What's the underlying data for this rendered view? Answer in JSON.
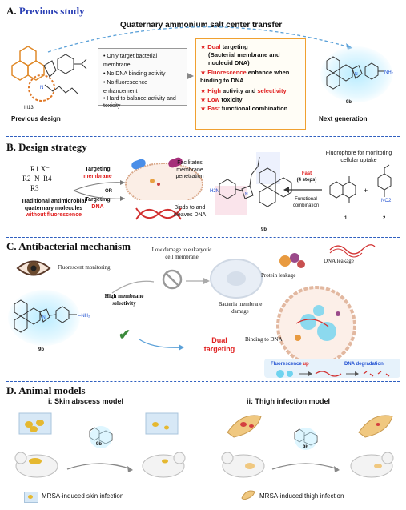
{
  "sectionA": {
    "letter": "A.",
    "title": "Previous study",
    "header": "Quaternary ammonium salt center transfer",
    "previous_design_label": "Previous design",
    "compound_old": "III13",
    "limitations": [
      "Only target bacterial membrane",
      "No DNA binding activity",
      "No fluorescence enhancement",
      "Hard to balance activity and toxicity"
    ],
    "advantages": [
      {
        "red": "Dual",
        "rest": " targeting"
      },
      {
        "red": "",
        "rest": "(Bacterial membrane and nucleoid DNA)"
      },
      {
        "red": "Fluorescence",
        "rest": " enhance when binding to DNA"
      },
      {
        "red": "High",
        "rest": " activity and ",
        "red2": "selectivity"
      },
      {
        "red": "Low",
        "rest": " toxicity"
      },
      {
        "red": "Fast",
        "rest": " functional combination"
      }
    ],
    "compound_new": "9b",
    "next_label": "Next generation",
    "nh2": "NH2"
  },
  "sectionB": {
    "letter": "B.",
    "title": "Design strategy",
    "quat_lines": [
      "R1  X⁻",
      "R2–N–R4",
      "R3"
    ],
    "targeting_membrane_1": "Targeting",
    "targeting_membrane_2": "membrane",
    "or": "OR",
    "targeting_dna_1": "Targeting",
    "targeting_dna_2": "DNA",
    "traditional": "Traditional antimicrobial quaternary molecules",
    "without_fluor": "without fluorescence",
    "facilitates": "Facilitates membrane penetration",
    "binds": "Binds to and cleaves DNA",
    "compound": "9b",
    "fluorophore": "Fluorophore for monitoring cellular uptake",
    "fast": "Fast",
    "steps": "(4 steps)",
    "functional": "Functional combination",
    "cmp1": "1",
    "cmp2": "2",
    "nh2": "H2N",
    "no2": "NO2"
  },
  "sectionC": {
    "letter": "C.",
    "title": "Antibacterial mechanism",
    "fluor_monitoring": "Fluorescent monitoring",
    "low_damage": "Low damage to eukaryotic cell membrane",
    "high_selectivity": "High membrane selectivity",
    "compound": "9b",
    "bacteria_damage": "Bacteria membrane damage",
    "protein_leakage": "Protein leakage",
    "dna_leakage": "DNA leakage",
    "dual": "Dual",
    "targeting": "targeting",
    "binding_dna": "Binding to DNA",
    "fluor_up_1": "Fluorescence",
    "fluor_up_2": "up",
    "dna_degradation": "DNA degradation"
  },
  "sectionD": {
    "letter": "D.",
    "title": "Animal models",
    "skin_model": "i: Skin abscess model",
    "thigh_model": "ii: Thigh infection model",
    "skin_legend": "MRSA-induced skin infection",
    "thigh_legend": "MRSA-induced thigh infection",
    "compound": "9b"
  },
  "colors": {
    "accent": "#2a3fb5",
    "red": "#e02020",
    "orange": "#f0a030",
    "dash": "#2f5fbf"
  }
}
